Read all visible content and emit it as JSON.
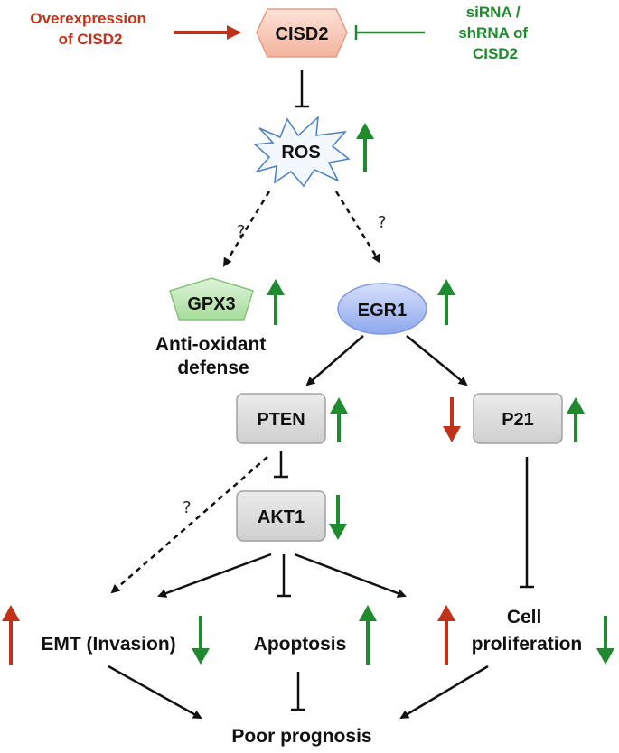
{
  "colors": {
    "red": "#c0321a",
    "green": "#1f8a2e",
    "cisd2_fill": "#f7c4b4",
    "ros_stroke": "#4a7fc1",
    "gpx3_fill": "#b8e3b0",
    "egr1_fill": "#9db4f0",
    "box_fill": "#dcdcdc"
  },
  "inputs": {
    "overexpression": [
      "Overexpression",
      "of CISD2"
    ],
    "sirna": [
      "siRNA /",
      "shRNA of",
      "CISD2"
    ]
  },
  "nodes": {
    "cisd2": "CISD2",
    "ros": "ROS",
    "gpx3": "GPX3",
    "antioxidant": [
      "Anti-oxidant",
      "defense"
    ],
    "egr1": "EGR1",
    "pten": "PTEN",
    "p21": "P21",
    "akt1": "AKT1",
    "emt": "EMT (Invasion)",
    "apoptosis": "Apoptosis",
    "cell_prolif": [
      "Cell",
      "proliferation"
    ],
    "poor_prognosis": "Poor prognosis"
  },
  "uncertain_mark": "?",
  "regulation": {
    "ros": [
      "up-green"
    ],
    "gpx3": [
      "up-green"
    ],
    "egr1": [
      "up-green"
    ],
    "pten": [
      "up-green"
    ],
    "p21": [
      "down-red",
      "up-green"
    ],
    "akt1": [
      "down-green"
    ],
    "emt": [
      "up-red",
      "down-green"
    ],
    "apoptosis": [
      "up-green"
    ],
    "cell_proliferation": [
      "up-red",
      "down-green"
    ]
  }
}
